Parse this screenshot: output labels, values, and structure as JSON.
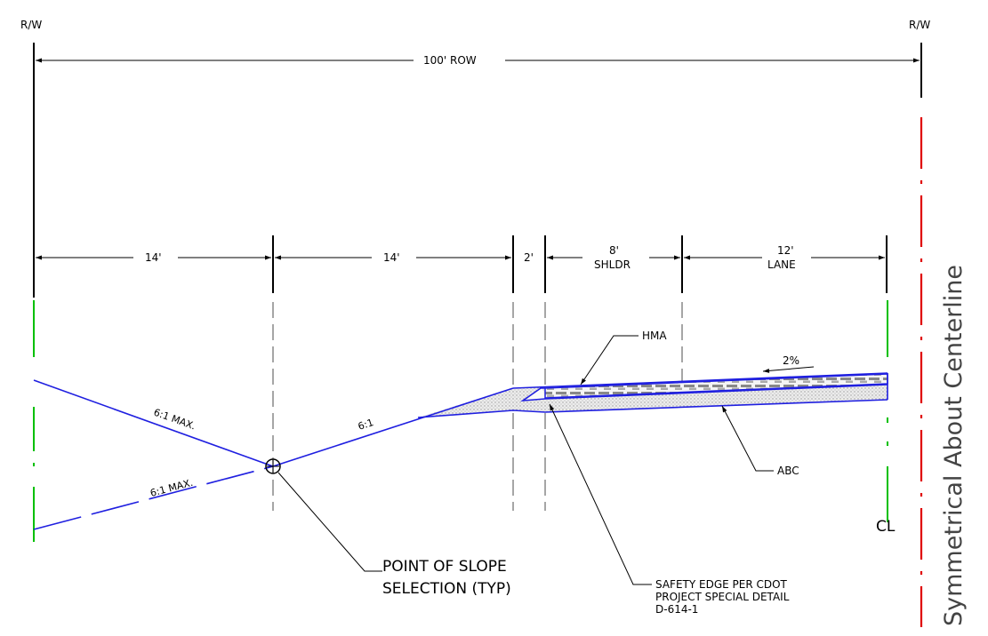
{
  "labels": {
    "rw_left": "R/W",
    "rw_right": "R/W",
    "row": "100' ROW",
    "dim_14a": "14'",
    "dim_14b": "14'",
    "dim_2": "2'",
    "dim_8": "8'",
    "shldr": "SHLDR",
    "dim_12": "12'",
    "lane": "LANE",
    "hma": "HMA",
    "slope_2pct": "2%",
    "abc": "ABC",
    "slope_6_1_max_top": "6:1 MAX.",
    "slope_6_1_max_bottom": "6:1 MAX.",
    "slope_6_1": "6:1",
    "cl": "CL",
    "point_of_slope_line1": "POINT OF SLOPE",
    "point_of_slope_line2": "SELECTION (TYP)",
    "safety_edge_line1": "SAFETY EDGE PER CDOT",
    "safety_edge_line2": "PROJECT SPECIAL DETAIL",
    "safety_edge_line3": "D-614-1",
    "symmetrical": "Symmetrical About Centerline"
  },
  "colors": {
    "slope_lines": "#1f1fe0",
    "limit_marks": "#00c000",
    "centerline_marks": "#e00000",
    "fill": "#d8d8d8"
  }
}
